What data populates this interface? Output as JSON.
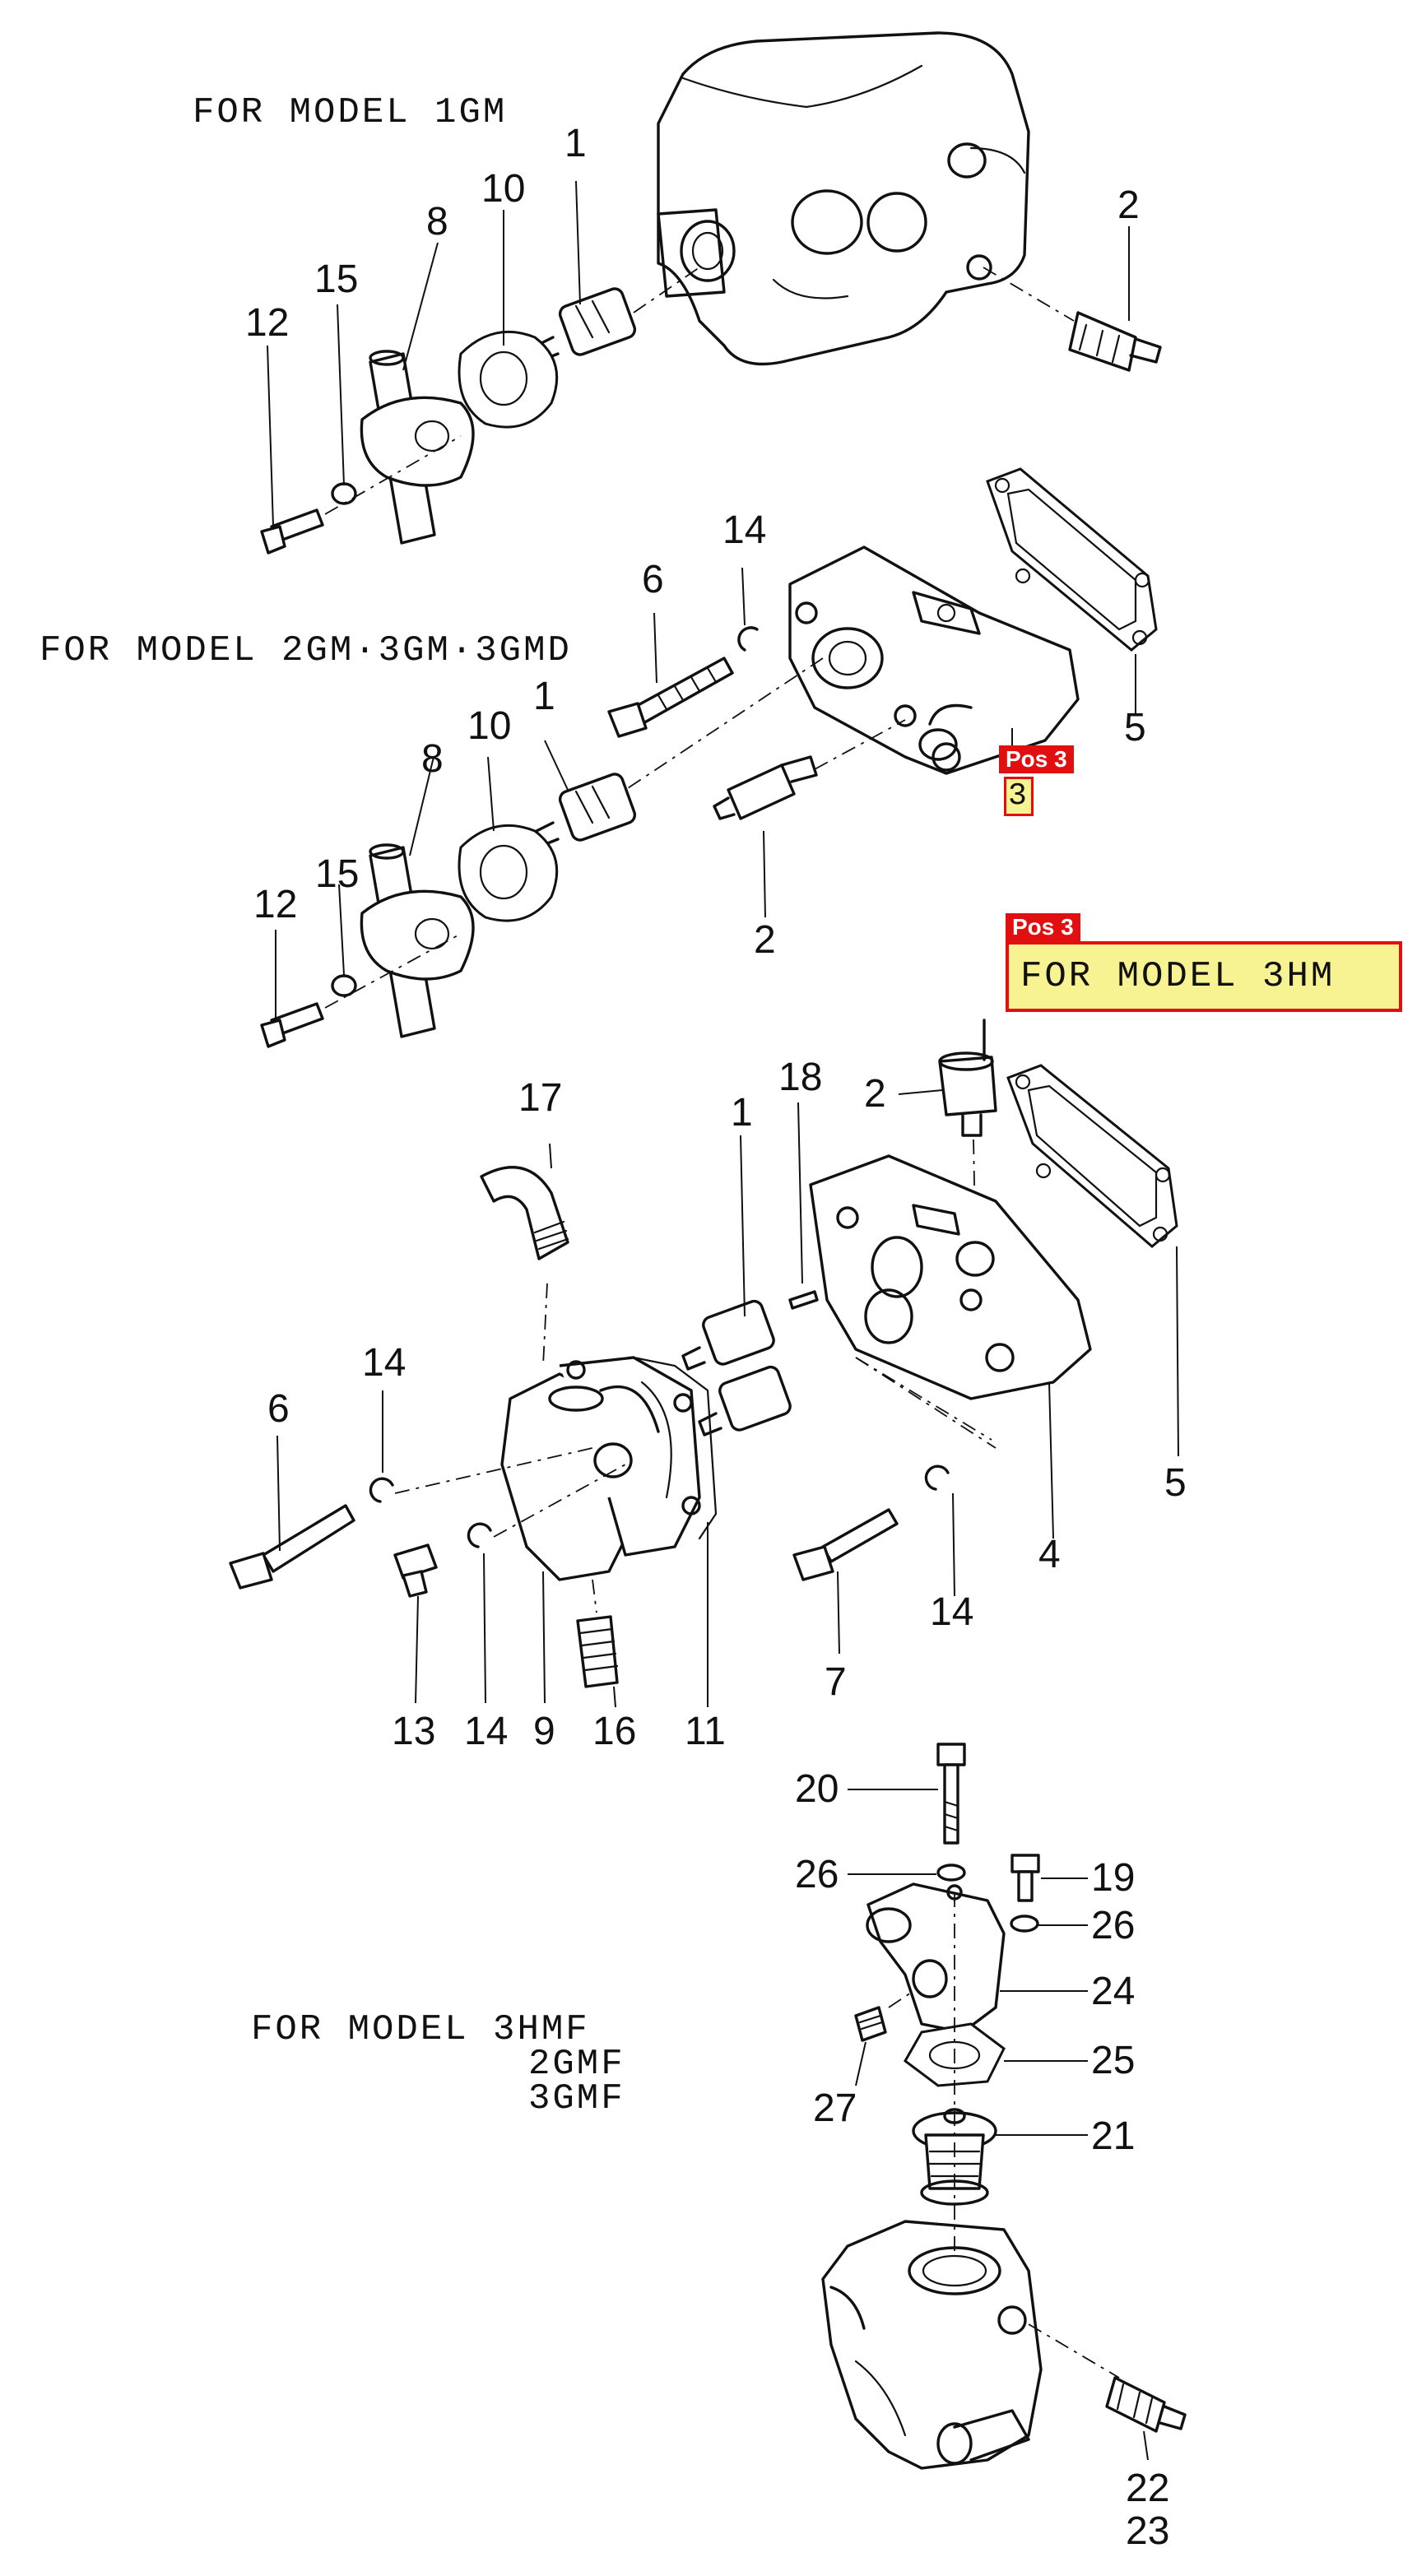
{
  "model_headings": {
    "m1gm": "FOR MODEL 1GM",
    "m2gm": "FOR MODEL 2GM·3GM·3GMD",
    "m3hmf": [
      "FOR MODEL 3HMF",
      "2GMF",
      "3GMF"
    ]
  },
  "highlights": {
    "pos_tag": "Pos 3",
    "callout_3": "3",
    "model_3hm": "FOR MODEL 3HM"
  },
  "part_numbers": {
    "s1": [
      "1",
      "2",
      "8",
      "10",
      "12",
      "15"
    ],
    "s2": [
      "14",
      "6",
      "5",
      "1",
      "10",
      "8",
      "15",
      "12",
      "2"
    ],
    "s3": [
      "17",
      "18",
      "1",
      "2",
      "5",
      "14",
      "6",
      "14",
      "4",
      "7",
      "13",
      "14",
      "9",
      "16",
      "11"
    ],
    "s4": [
      "20",
      "26",
      "19",
      "26",
      "24",
      "25",
      "27",
      "21",
      "22",
      "23"
    ]
  },
  "colors": {
    "highlight_red": "#e10f0f",
    "highlight_yellow": "#f7f292",
    "ink": "#111111"
  }
}
